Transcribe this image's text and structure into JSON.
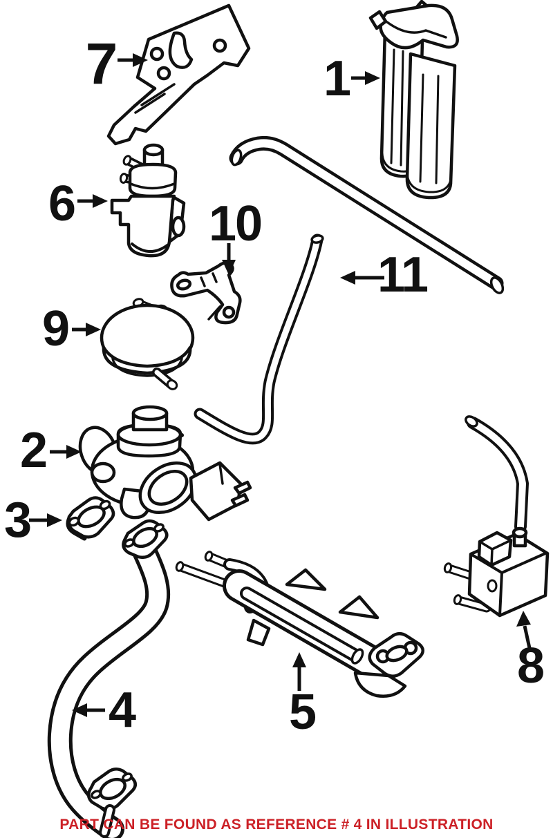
{
  "diagram": {
    "kind": "parts-illustration",
    "background_color": "#ffffff",
    "line_color": "#111111",
    "callouts": [
      {
        "ref": "1"
      },
      {
        "ref": "2"
      },
      {
        "ref": "3"
      },
      {
        "ref": "4"
      },
      {
        "ref": "5"
      },
      {
        "ref": "6"
      },
      {
        "ref": "7"
      },
      {
        "ref": "8"
      },
      {
        "ref": "9"
      },
      {
        "ref": "10"
      },
      {
        "ref": "11"
      }
    ],
    "note": {
      "text": "PART CAN BE FOUND AS REFERENCE # 4 IN ILLUSTRATION",
      "color": "#cc2127"
    }
  }
}
